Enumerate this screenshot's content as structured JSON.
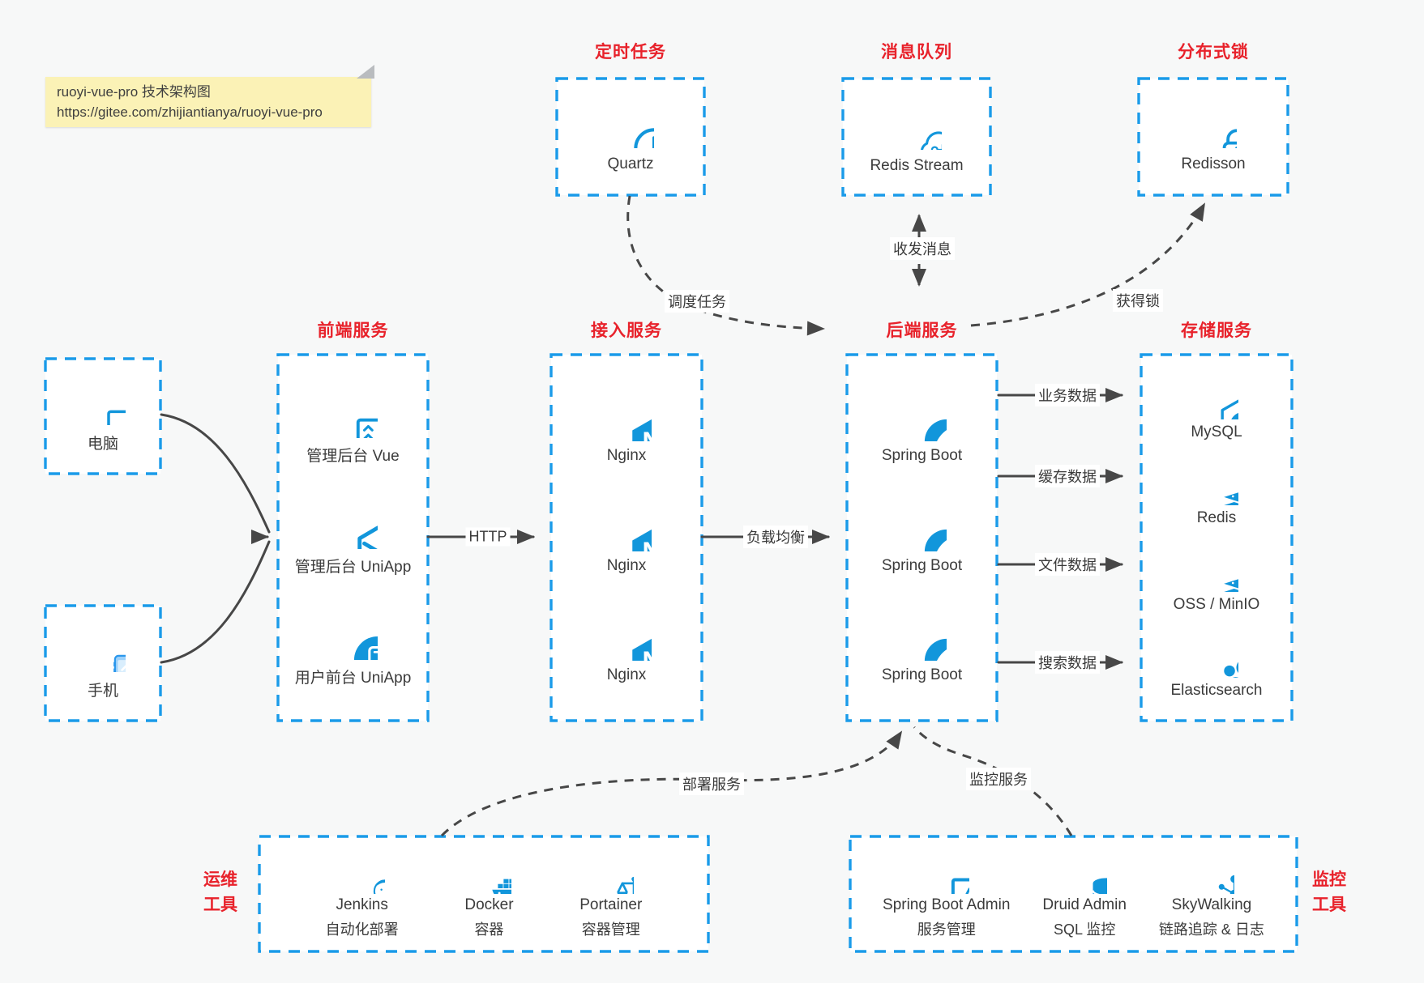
{
  "note": {
    "line1": "ruoyi-vue-pro 技术架构图",
    "line2": "https://gitee.com/zhijiantianya/ruoyi-vue-pro"
  },
  "colors": {
    "icon_blue": "#1296db",
    "border_blue": "#1a9be9",
    "title_red": "#e8222b",
    "arrow_gray": "#474747",
    "note_yellow": "#fbf2b6",
    "background": "#f7f8f8"
  },
  "groups": {
    "scheduler": {
      "title": "定时任务",
      "item": {
        "label": "Quartz",
        "icon": "clock-icon"
      }
    },
    "mq": {
      "title": "消息队列",
      "item": {
        "label": "Redis Stream",
        "icon": "cloud-stream-icon"
      }
    },
    "lock": {
      "title": "分布式锁",
      "item": {
        "label": "Redisson",
        "icon": "lock-icon"
      }
    },
    "clients": {
      "computer": {
        "label": "电脑",
        "icon": "desktop-icon"
      },
      "phone": {
        "label": "手机",
        "icon": "smartphone-icon"
      }
    },
    "frontend": {
      "title": "前端服务",
      "items": [
        {
          "label": "管理后台 Vue",
          "icon": "admin-vue-icon"
        },
        {
          "label": "管理后台 UniApp",
          "icon": "cube-icon"
        },
        {
          "label": "用户前台 UniApp",
          "icon": "mobile-app-icon"
        }
      ]
    },
    "gateway": {
      "title": "接入服务",
      "items": [
        {
          "label": "Nginx",
          "icon": "nginx-icon"
        },
        {
          "label": "Nginx",
          "icon": "nginx-icon"
        },
        {
          "label": "Nginx",
          "icon": "nginx-icon"
        }
      ]
    },
    "backend": {
      "title": "后端服务",
      "items": [
        {
          "label": "Spring Boot",
          "icon": "spring-icon"
        },
        {
          "label": "Spring Boot",
          "icon": "spring-icon"
        },
        {
          "label": "Spring Boot",
          "icon": "spring-icon"
        }
      ]
    },
    "storage": {
      "title": "存储服务",
      "items": [
        {
          "label": "MySQL",
          "icon": "mysql-icon"
        },
        {
          "label": "Redis",
          "icon": "redis-stack-icon"
        },
        {
          "label": "OSS / MinIO",
          "icon": "redis-stack-icon"
        },
        {
          "label": "Elasticsearch",
          "icon": "elasticsearch-icon"
        }
      ]
    },
    "ops": {
      "title_line1": "运维",
      "title_line2": "工具",
      "items": [
        {
          "name": "Jenkins",
          "desc": "自动化部署",
          "icon": "jenkins-icon"
        },
        {
          "name": "Docker",
          "desc": "容器",
          "icon": "docker-icon"
        },
        {
          "name": "Portainer",
          "desc": "容器管理",
          "icon": "portainer-icon"
        }
      ]
    },
    "monitoring": {
      "title_line1": "监控",
      "title_line2": "工具",
      "items": [
        {
          "name": "Spring Boot Admin",
          "desc": "服务管理",
          "icon": "monitor-pulse-icon"
        },
        {
          "name": "Druid Admin",
          "desc": "SQL 监控",
          "icon": "database-icon"
        },
        {
          "name": "SkyWalking",
          "desc": "链路追踪 & 日志",
          "icon": "topology-icon"
        }
      ]
    }
  },
  "edges": {
    "http": "HTTP",
    "load_balance": "负载均衡",
    "schedule": "调度任务",
    "message": "收发消息",
    "lock": "获得锁",
    "business_data": "业务数据",
    "cache_data": "缓存数据",
    "file_data": "文件数据",
    "search_data": "搜索数据",
    "deploy": "部署服务",
    "monitor": "监控服务"
  }
}
